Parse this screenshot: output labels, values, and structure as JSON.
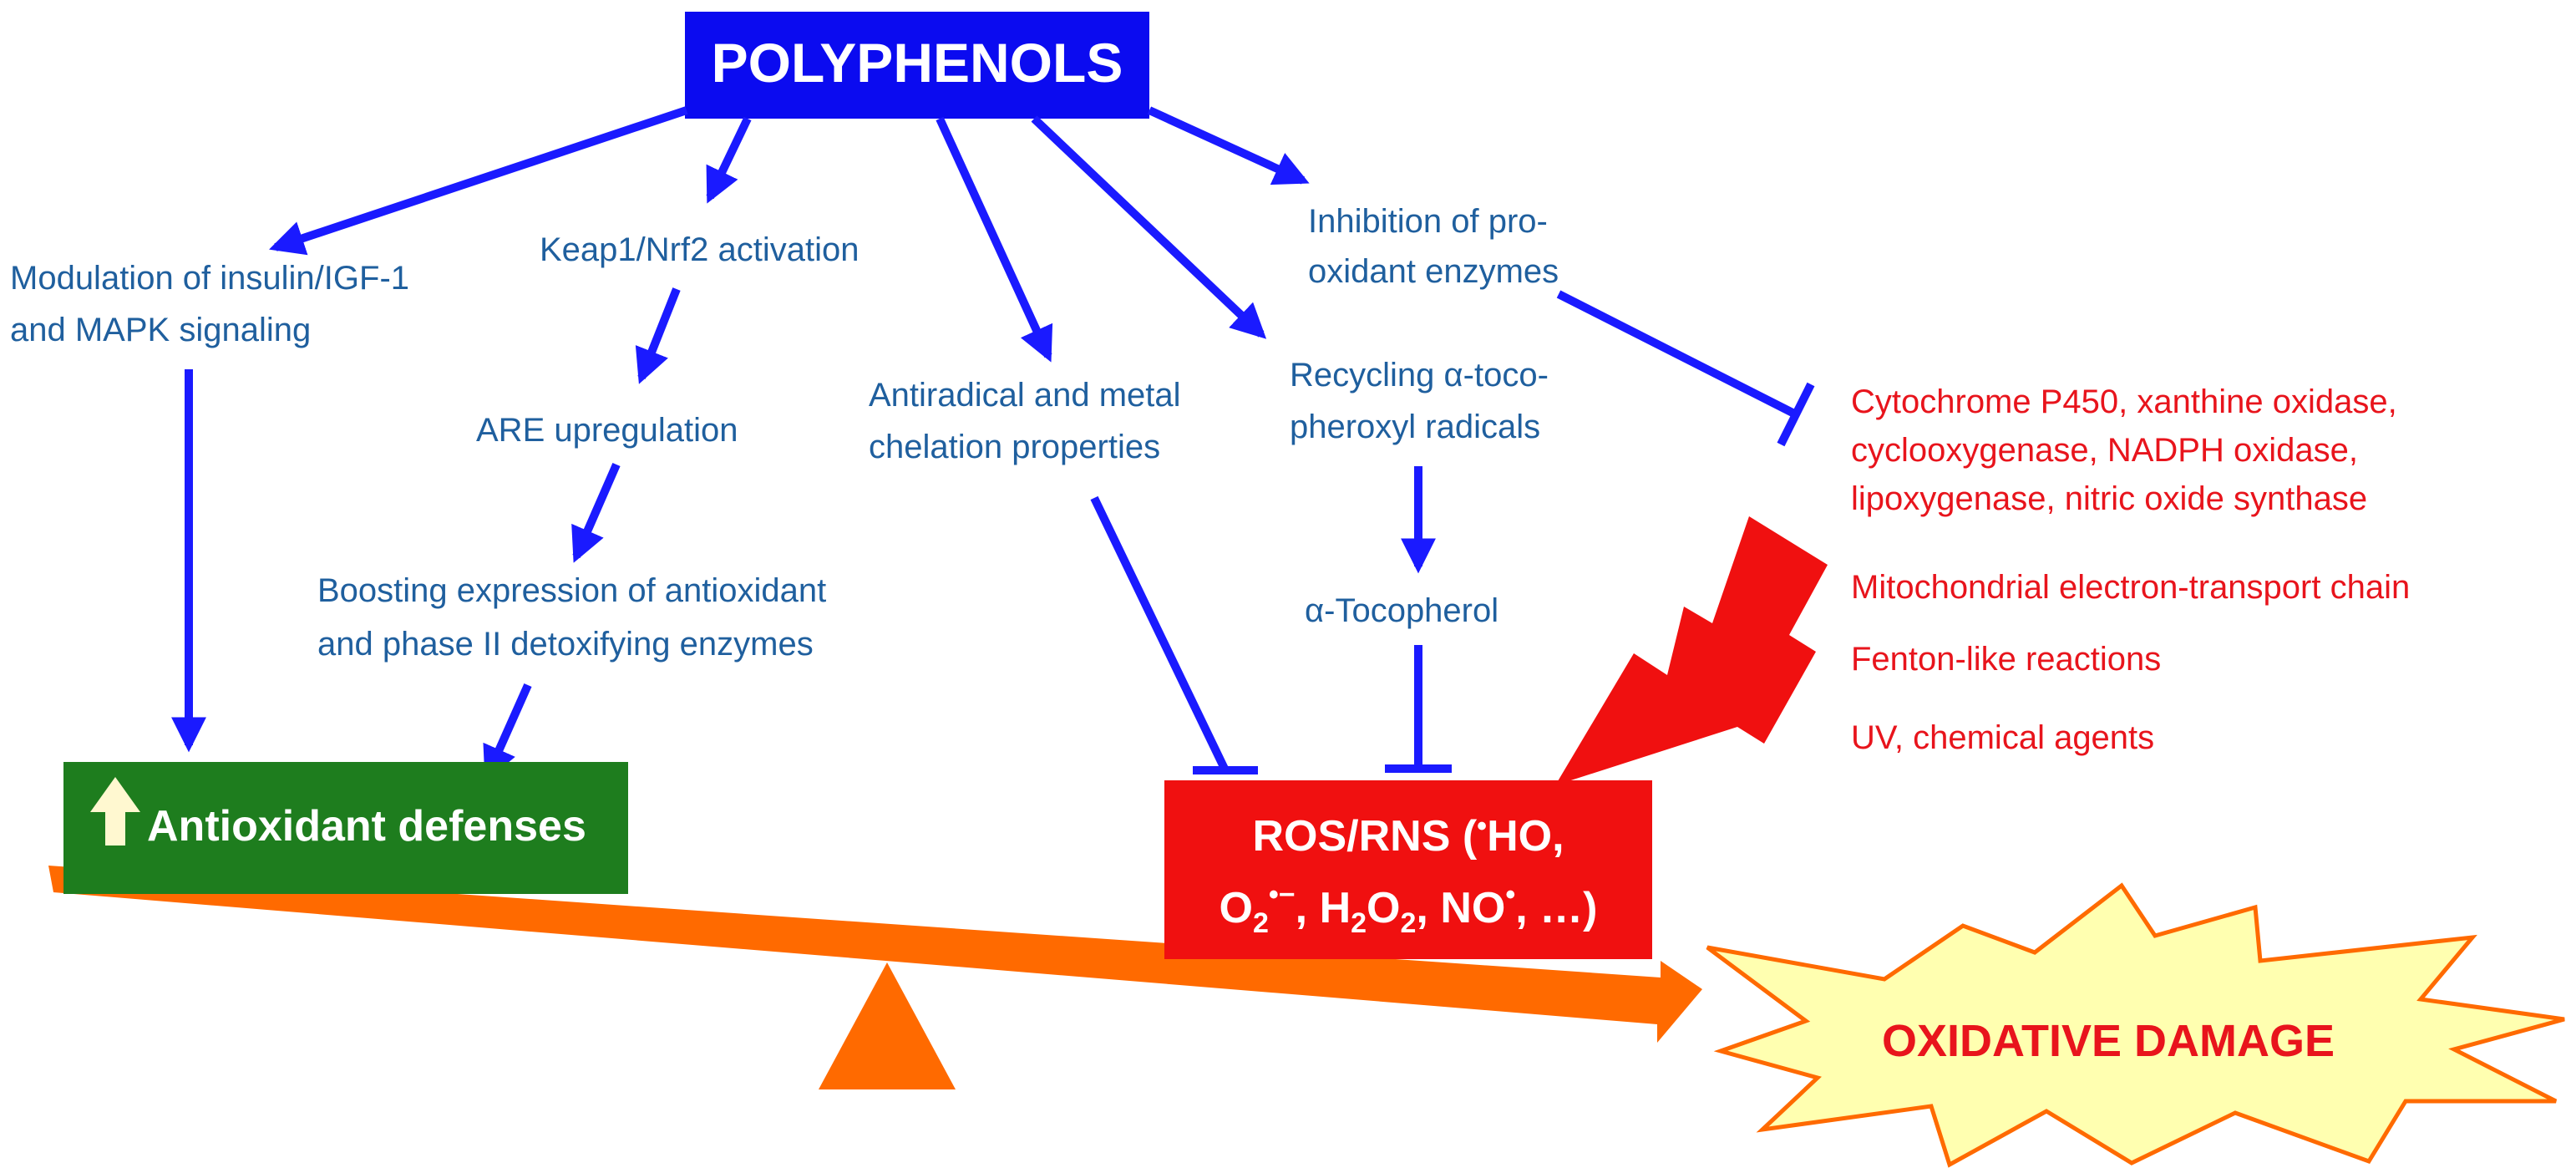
{
  "title": "POLYPHENOLS",
  "mechanisms": {
    "insulin_line1": "Modulation of insulin/IGF-1",
    "insulin_line2": "and MAPK signaling",
    "keap1": "Keap1/Nrf2 activation",
    "are": "ARE upregulation",
    "boost_line1": "Boosting expression of antioxidant",
    "boost_line2": "and phase II detoxifying enzymes",
    "antiradical_line1": "Antiradical and metal",
    "antiradical_line2": "chelation properties",
    "recycling_line1": "Recycling α-toco-",
    "recycling_line2": "pheroxyl radicals",
    "tocopherol": "α-Tocopherol",
    "inhibition_line1": "Inhibition of pro-",
    "inhibition_line2": "oxidant enzymes"
  },
  "sources": {
    "enzymes_line1": "Cytochrome P450, xanthine oxidase,",
    "enzymes_line2": "cyclooxygenase, NADPH oxidase,",
    "enzymes_line3": "lipoxygenase, nitric oxide synthase",
    "mitochondrial": "Mitochondrial electron-transport chain",
    "fenton": "Fenton-like reactions",
    "uv": "UV, chemical agents"
  },
  "antioxidant_defenses": "Antioxidant defenses",
  "ros": {
    "line1_a": "ROS/RNS (",
    "line1_dot": "•",
    "line1_b": "HO,",
    "o": "O",
    "o_sub": "2",
    "o_sup": "•−",
    "comma1": ", H",
    "h_sub1": "2",
    "o2": "O",
    "h_sub2": "2",
    "no": ",  NO",
    "no_sup": "•",
    "tail": ", …)"
  },
  "oxidative_damage": "OXIDATIVE DAMAGE",
  "colors": {
    "arrow": "#1a1aff",
    "title_bg": "#0b0bf0",
    "mechanism_text": "#1f5f9e",
    "source_text": "#e8141c",
    "defenses_bg": "#1e7d1e",
    "ros_bg": "#f01010",
    "scale": "#ff6a00",
    "burst_fill": "#ffffb0",
    "burst_stroke": "#ff6a00"
  },
  "icons": [
    "up-arrow-icon",
    "lightning-bolt-icon",
    "explosion-burst-icon",
    "fulcrum-triangle-icon"
  ]
}
